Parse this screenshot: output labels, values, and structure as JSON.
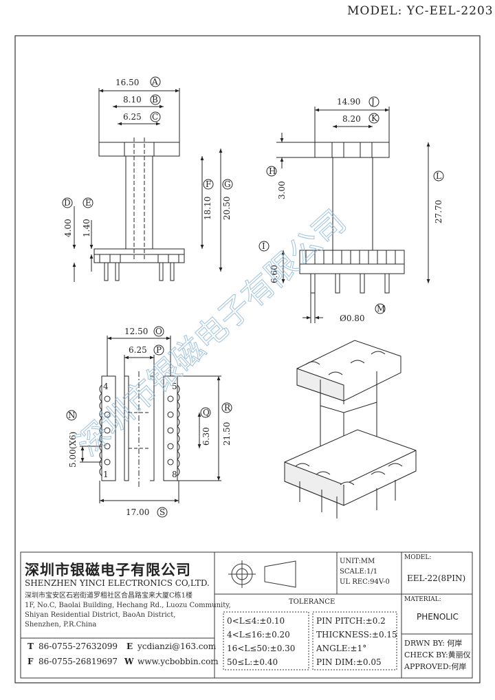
{
  "model": "MODEL: YC-EEL-2203",
  "views": {
    "front": {
      "dims": {
        "A": "16.50",
        "B": "8.10",
        "C": "6.25",
        "D": "4.00",
        "E": "1.40",
        "F": "18.10",
        "G": "20.50"
      }
    },
    "side": {
      "dims": {
        "J": "14.90",
        "K": "8.20",
        "H": "3.00",
        "L": "27.70",
        "I": "6.60",
        "M": "Ø0.80"
      }
    },
    "bottom": {
      "dims": {
        "O": "12.50",
        "P": "6.25",
        "N": "5.00(X6)",
        "Q": "6.30",
        "R": "21.50",
        "S": "17.00"
      },
      "pins": [
        "4",
        "5",
        "1",
        "8"
      ]
    },
    "labels": {
      "A": "A",
      "B": "B",
      "C": "C",
      "D": "D",
      "E": "E",
      "F": "F",
      "G": "G",
      "H": "H",
      "I": "I",
      "J": "J",
      "K": "K",
      "L": "L",
      "M": "M",
      "N": "N",
      "O": "O",
      "P": "P",
      "Q": "Q",
      "R": "R",
      "S": "S"
    }
  },
  "watermark": "深圳市银磁电子有限公司",
  "title_block": {
    "company_cn": "深圳市银磁电子有限公司",
    "company_en": "SHENZHEN YINCI ELECTRONICS CO,LTD.",
    "address_cn": "深圳市宝安区石岩街道罗租社区合昌路宝来大厦C栋1楼",
    "address_en": [
      "1F, No.C, Baolai Building, Hechang Rd., Luozu Community,",
      "Shiyan Residential District, BaoAn District,",
      "Shenzhen, P.R.China"
    ],
    "tel_label": "T",
    "tel": "86-0755-27632099",
    "fax_label": "F",
    "fax": "86-0755-26819697",
    "email_label": "E",
    "email": "ycdianzi@163.com",
    "web_label": "W",
    "web": "www.ycbobbin.com",
    "unit": "UNIT:MM",
    "scale": "SCALE:1/1",
    "ul_rec": "UL REC:94V-0",
    "model_label": "MODEL:",
    "model_value": "EEL-22(8PIN)",
    "material_label": "MATERIAL:",
    "material_value": "PHENOLIC",
    "tolerance_title": "TOLERANCE",
    "tolerances": [
      "0<L≤4:±0.10",
      "4<L≤16:±0.20",
      "16<L≤50:±0.30",
      "50≤L:±0.40"
    ],
    "pin_specs": [
      "PIN PITCH:±0.2",
      "THICKNESS:±0.15",
      "ANGLE:±1°",
      "PIN DIM:±0.05"
    ],
    "drwn_by": "DRWN BY: 何岸",
    "check_by": "CHECK BY:黄丽仪",
    "approved": "APPROVED:何岸"
  }
}
